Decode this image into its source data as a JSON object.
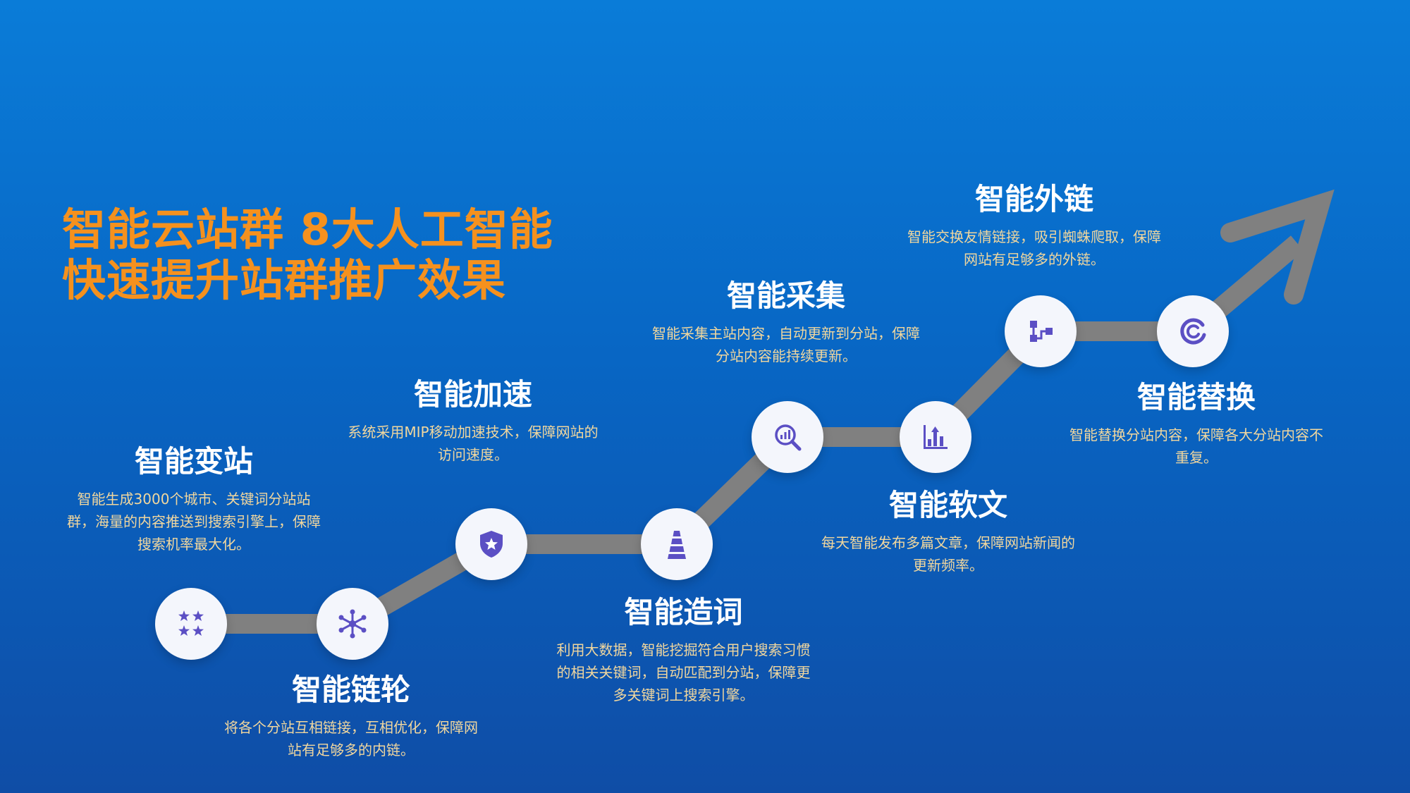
{
  "headline": {
    "line1": "智能云站群 8大人工智能",
    "line2": "快速提升站群推广效果"
  },
  "features": [
    {
      "key": "bianzhan",
      "title": "智能变站",
      "desc": "智能生成3000个城市、关键词分站站群，海量的内容推送到搜索引擎上，保障搜索机率最大化。",
      "icon": "stars-icon"
    },
    {
      "key": "lianlun",
      "title": "智能链轮",
      "desc": "将各个分站互相链接，互相优化，保障网站有足够多的内链。",
      "icon": "network-icon"
    },
    {
      "key": "jiasu",
      "title": "智能加速",
      "desc": "系统采用MIP移动加速技术，保障网站的访问速度。",
      "icon": "shield-star-icon"
    },
    {
      "key": "zaoci",
      "title": "智能造词",
      "desc": "利用大数据，智能挖掘符合用户搜索习惯的相关关键词，自动匹配到分站，保障更多关键词上搜索引擎。",
      "icon": "pyramid-icon"
    },
    {
      "key": "caiji",
      "title": "智能采集",
      "desc": "智能采集主站内容，自动更新到分站，保障分站内容能持续更新。",
      "icon": "search-chart-icon"
    },
    {
      "key": "ruanwen",
      "title": "智能软文",
      "desc": "每天智能发布多篇文章，保障网站新闻的更新频率。",
      "icon": "growth-chart-icon"
    },
    {
      "key": "wailian",
      "title": "智能外链",
      "desc": "智能交换友情链接，吸引蜘蛛爬取，保障网站有足够多的外链。",
      "icon": "flow-icon"
    },
    {
      "key": "tihuan",
      "title": "智能替换",
      "desc": "智能替换分站内容，保障各大分站内容不重复。",
      "icon": "swirl-icon"
    }
  ],
  "colors": {
    "headline": "#f5911e",
    "feature_title": "#ffffff",
    "feature_desc": "#f1d79e",
    "path": "#808080",
    "icon": "#5b4fc4",
    "node_bg": "#f4f6fc"
  }
}
